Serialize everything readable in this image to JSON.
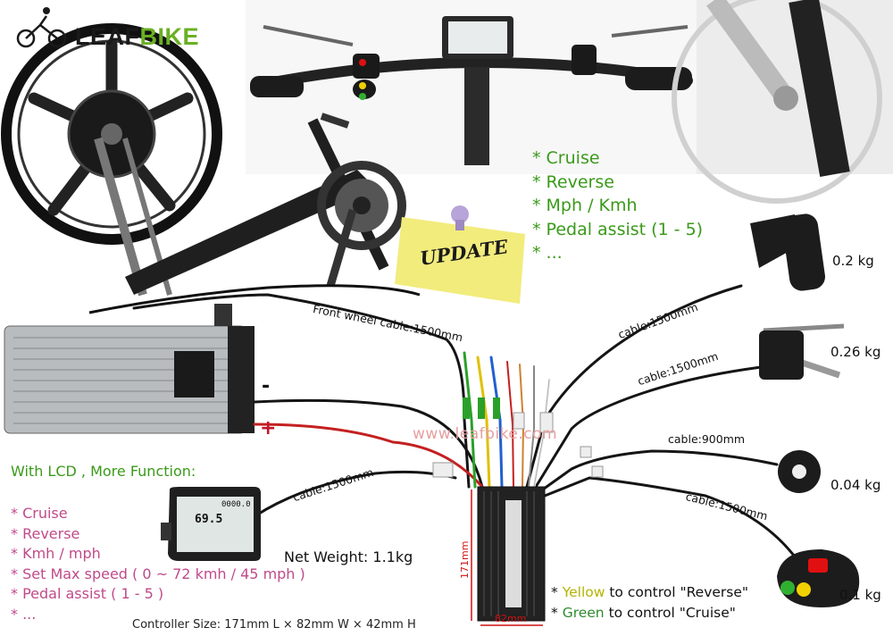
{
  "brand": {
    "part1": "LEAF",
    "part2": "BIKE"
  },
  "sticky_note": "UPDATE",
  "lcd_features_top": [
    "* Cruise",
    "* Reverse",
    "* Mph / Kmh",
    "* Pedal assist (1 - 5)",
    "* ..."
  ],
  "lcd_section": {
    "heading": "With LCD , More Function:",
    "items": [
      "* Cruise",
      "* Reverse",
      "* Kmh / mph",
      "* Set Max speed ( 0 ~ 72 kmh / 45 mph )",
      "* Pedal assist ( 1 - 5 )",
      "* ..."
    ]
  },
  "cables": {
    "front_wheel": "Front wheel cable:1500mm",
    "throttle": "cable:1500mm",
    "brake": "cable:1500mm",
    "pas": "cable:900mm",
    "switch": "cable:1500mm",
    "lcd": "cable:1500mm"
  },
  "weights": {
    "throttle": "0.2 kg",
    "brake": "0.26 kg",
    "pas": "0.04 kg",
    "switch": "0.1 kg"
  },
  "battery_terminals": {
    "negative": "-",
    "positive": "+"
  },
  "watermark": "www.leafbike.com",
  "net_weight": "Net Weight: 1.1kg",
  "controller_size": "Controller Size: 171mm L × 82mm W × 42mm H",
  "controller_dims": {
    "length": "171mm",
    "width": "82mm"
  },
  "lcd_display": {
    "speed": "69.5",
    "odo": "0000.0"
  },
  "notes": {
    "yellow": {
      "prefix": "* ",
      "color_word": "Yellow",
      "rest": " to control \"Reverse\""
    },
    "green": {
      "prefix": "* ",
      "color_word": "Green",
      "rest": " to control \"Cruise\""
    }
  },
  "colors": {
    "logo_green": "#6ab023",
    "feature_green": "#3a9a1a",
    "feature_pink": "#c04a8a"
  }
}
